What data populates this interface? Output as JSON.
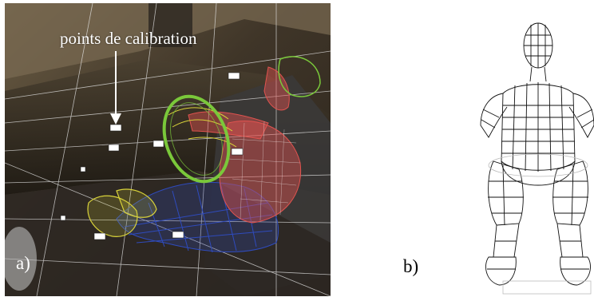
{
  "panels": [
    {
      "label": "a)"
    },
    {
      "label": "b)"
    }
  ],
  "annotation": {
    "text": "points de calibration"
  },
  "colors": {
    "mannequin_red": "#e0534f",
    "mannequin_blue": "#2f4bbd",
    "mannequin_yellow": "#d8d23a",
    "steering_green": "#7ac83a",
    "grid_white": "#e6e6e6"
  },
  "icons": [
    "calibration-arrow-icon",
    "calibration-marker-icon"
  ]
}
